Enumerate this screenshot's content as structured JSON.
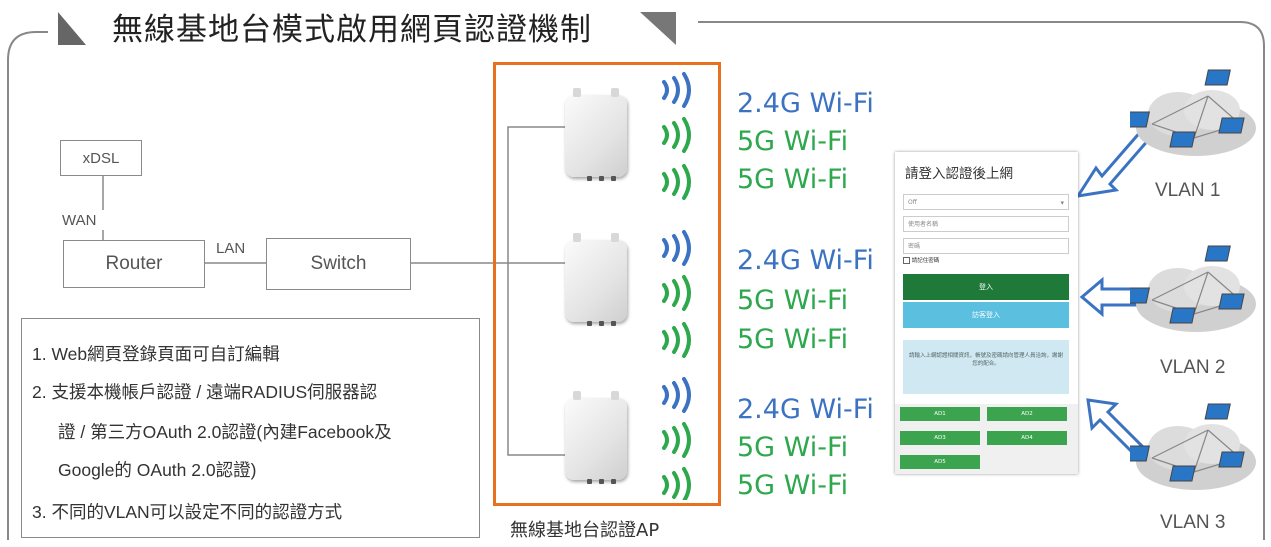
{
  "title": "無線基地台模式啟用網頁認證機制",
  "network": {
    "xdsl": "xDSL",
    "wan": "WAN",
    "router": "Router",
    "lan": "LAN",
    "switch": "Switch"
  },
  "features": [
    "1. Web網頁登錄頁面可自訂編輯",
    "2. 支援本機帳戶認證 / 遠端RADIUS伺服器認",
    "證 / 第三方OAuth 2.0認證(內建Facebook及",
    "Google的 OAuth 2.0認證)",
    "3. 不同的VLAN可以設定不同的認證方式"
  ],
  "ap_label": "無線基地台認證AP",
  "ap_groups": [
    {
      "bands": [
        "2.4G Wi-Fi",
        "5G Wi-Fi",
        "5G Wi-Fi"
      ]
    },
    {
      "bands": [
        "2.4G Wi-Fi",
        "5G Wi-Fi",
        "5G Wi-Fi"
      ]
    },
    {
      "bands": [
        "2.4G Wi-Fi",
        "5G Wi-Fi",
        "5G Wi-Fi"
      ]
    }
  ],
  "portal": {
    "title": "請登入認證後上網",
    "select_value": "Off",
    "username_placeholder": "使用者名稱",
    "password_placeholder": "密碼",
    "remember": "請記住密碼",
    "login": "登入",
    "guest_login": "訪客登入",
    "info": "請輸入上網認證相關資訊，帳號及密碼請向管理人員洽詢，謝謝您的配合。",
    "grid_buttons": [
      "AD1",
      "AD2",
      "AD3",
      "AD4",
      "AD5"
    ]
  },
  "vlans": [
    "VLAN 1",
    "VLAN 2",
    "VLAN 3"
  ],
  "colors": {
    "accent_orange": "#e8711f",
    "wifi_blue": "#3b73c2",
    "wifi_green": "#2ea84d",
    "portal_green": "#1f7a3a",
    "portal_blue": "#5bbfe0"
  }
}
